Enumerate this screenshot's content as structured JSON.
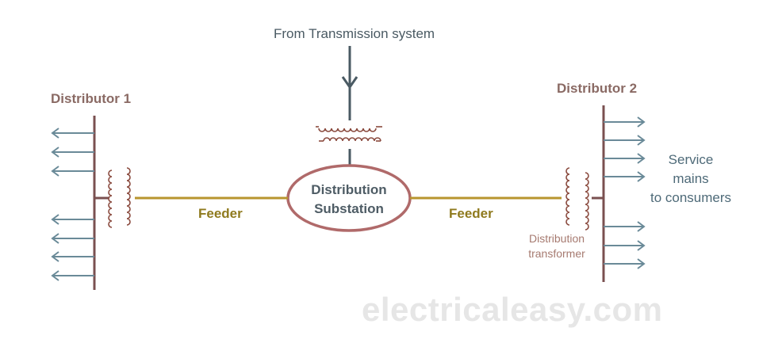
{
  "source_label": "From Transmission system",
  "distributor_1": "Distributor 1",
  "distributor_2": "Distributor 2",
  "substation": [
    "Distribution",
    "Substation"
  ],
  "feeder_left": "Feeder",
  "feeder_right": "Feeder",
  "service_mains": [
    "Service",
    "mains",
    "to consumers"
  ],
  "distribution_transformer": [
    "Distribution",
    "transformer"
  ],
  "watermark": "electricaleasy.com",
  "colors": {
    "bus": "#7a5050",
    "feeder": "#b8952e",
    "arrow": "#6a8a98",
    "transmission": "#4a5a63",
    "coil": "#8a4a3e",
    "substation_outline": "#b06a6a"
  }
}
